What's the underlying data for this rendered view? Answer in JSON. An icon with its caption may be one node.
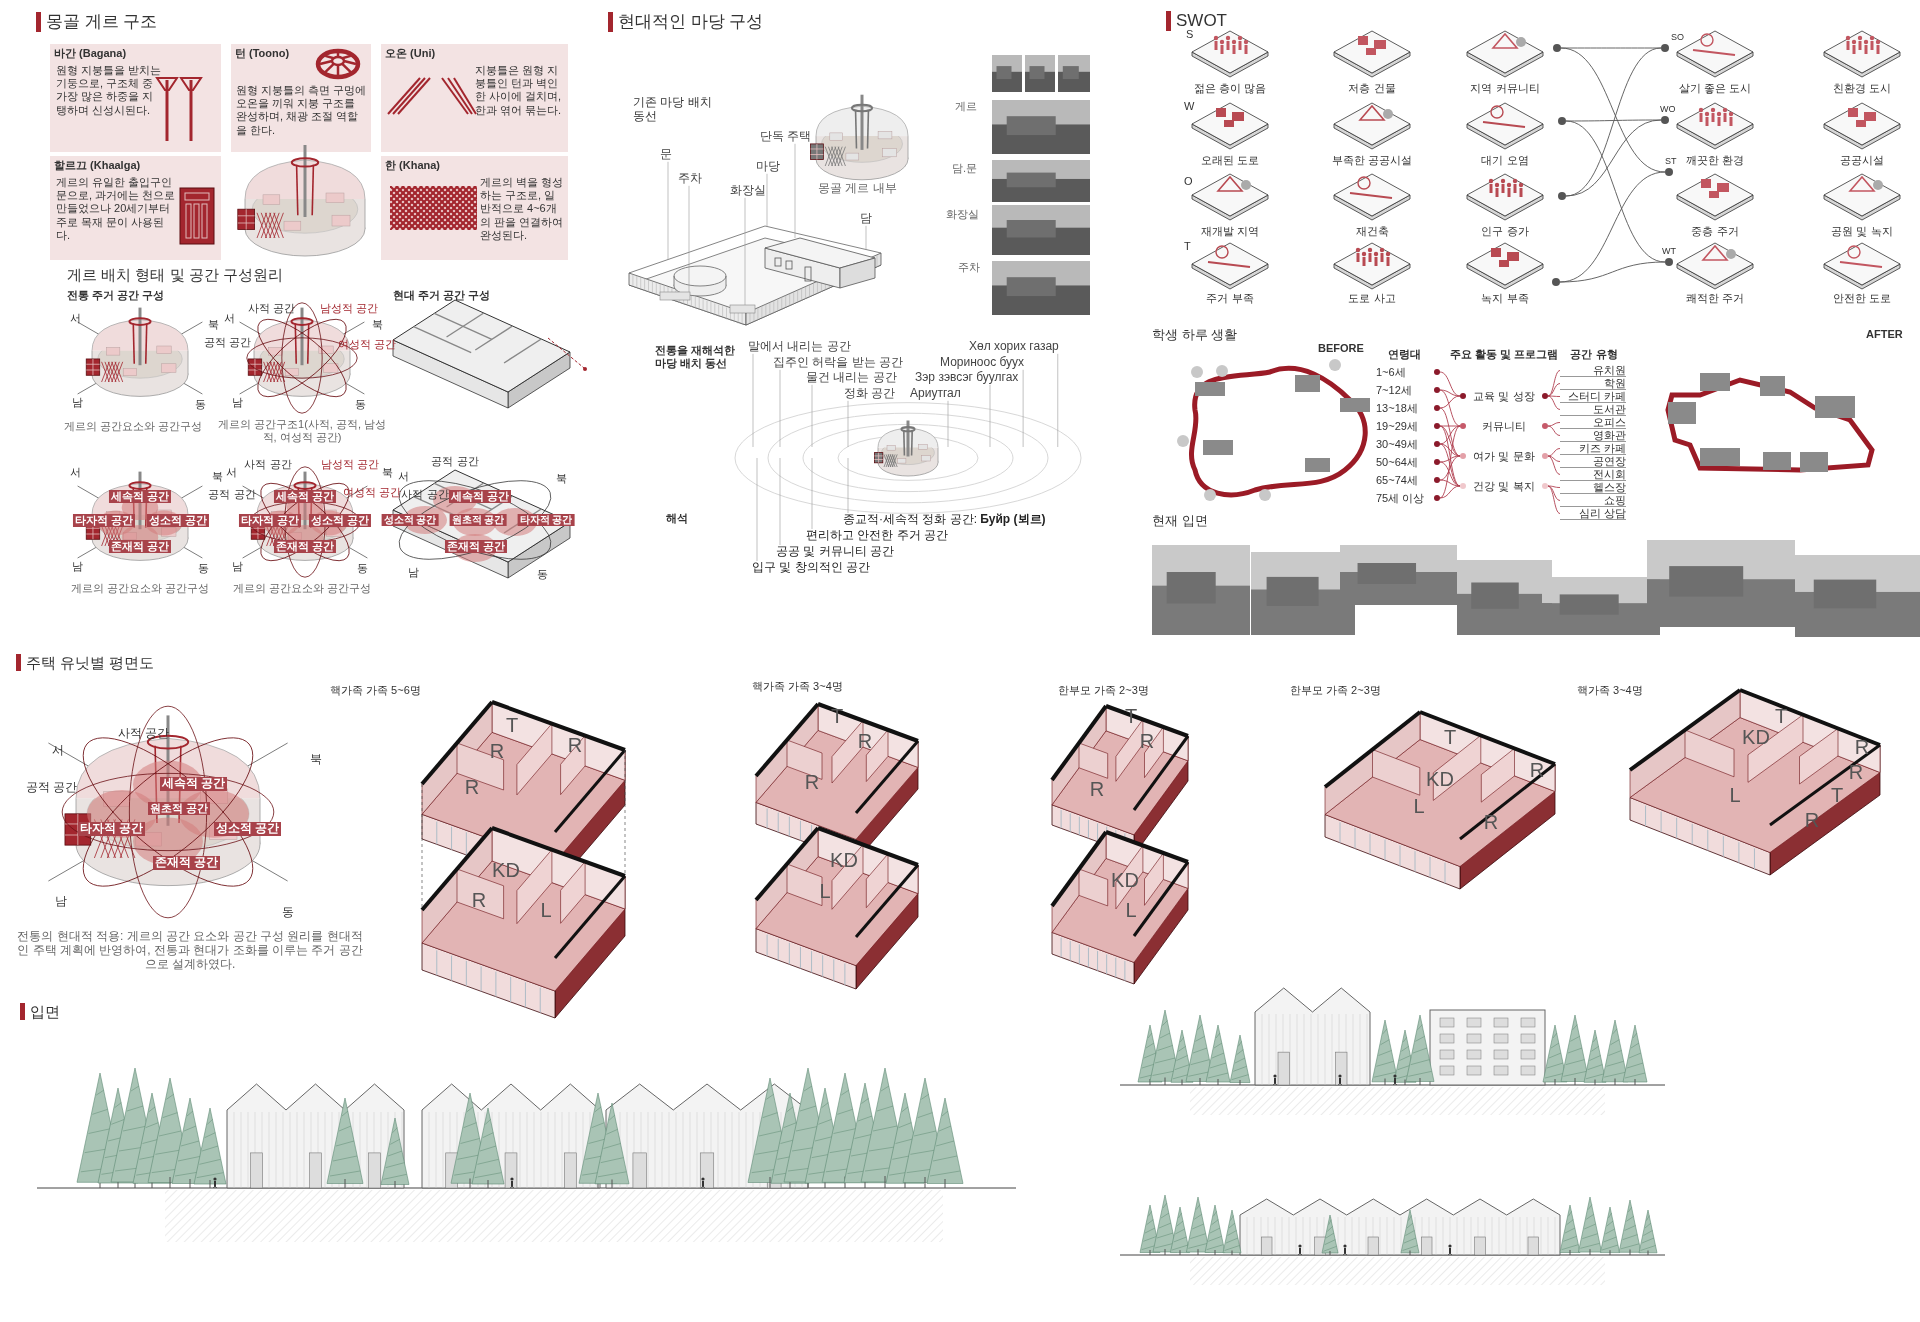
{
  "diagram": {
    "nodes": [
      {
        "text": [
          "바간 (Bagana)",
          "원형 지붕틀을 받치는 기둥으로, 구조체 중 가장 많은 하중을 지탱하며 신성시된다."
        ]
      },
      {
        "text": [
          "턴 (Toono)",
          "원형 지붕틀의 측면 구멍에 오온을 끼워 지붕 구조를 완성하며, 채광 조절 역할을 한다."
        ]
      },
      {
        "text": [
          "오온 (Uni)",
          "지붕틀은 원형 지붕틀인 턴과 벽인 한 사이에 걸치며, 한과 엮어 묶는다."
        ]
      },
      {
        "text": [
          "할르끄 (Khaalga)",
          "게르의 유일한 출입구인 문으로, 과거에는 천으로 만들었으나 20세기부터 주로 목재 문이 사용된다."
        ]
      },
      {
        "text": [
          "한 (Khana)",
          "게르의 벽을 형성하는 구조로, 일반적으로 4~6개의 판을 연결하여 완성된다."
        ]
      },
      {
        "text": [
          "문"
        ]
      },
      {
        "text": [
          "주차"
        ]
      },
      {
        "text": [
          "화장실"
        ]
      },
      {
        "text": [
          "마당"
        ]
      },
      {
        "text": [
          "단독 주택"
        ]
      },
      {
        "text": [
          "담"
        ]
      },
      {
        "text": [
          "말에서 내리는 공간"
        ]
      },
      {
        "text": [
          "집주인 허락을 받는 공간"
        ]
      },
      {
        "text": [
          "물건 내리는 공간"
        ]
      },
      {
        "text": [
          "정화 공간"
        ]
      },
      {
        "text": [
          "Хөл хорих газар"
        ]
      },
      {
        "text": [
          "Мориноос буух"
        ]
      },
      {
        "text": [
          "Зэр зэвсэг буулгах"
        ]
      },
      {
        "text": [
          "Ариутгал"
        ]
      },
      {
        "text": [
          "종교적·세속적 정화 공간: **Буйр (뵈르)**"
        ]
      },
      {
        "text": [
          "편리하고 안전한 주거 공간"
        ]
      },
      {
        "text": [
          "공공 및 커뮤니티 공간"
        ]
      },
      {
        "text": [
          "입구 및 창의적인 공간"
        ]
      },
      {
        "text": [],
        "shape": "circle"
      },
      {
        "text": [],
        "shape": "circle"
      },
      {
        "text": [],
        "shape": "circle"
      },
      {
        "text": [],
        "shape": "circle"
      },
      {
        "text": [],
        "shape": "circle",
        "beside": [
          "SO"
        ]
      },
      {
        "text": [],
        "shape": "circle",
        "beside": [
          "WO"
        ]
      },
      {
        "text": [],
        "shape": "circle",
        "beside": [
          "ST"
        ]
      },
      {
        "text": [],
        "shape": "circle",
        "beside": [
          "WT"
        ]
      },
      {
        "text": [
          "1~6세"
        ]
      },
      {
        "text": [
          "7~12세"
        ]
      },
      {
        "text": [
          "13~18세"
        ]
      },
      {
        "text": [
          "19~29세"
        ]
      },
      {
        "text": [
          "30~49세"
        ]
      },
      {
        "text": [
          "50~64세"
        ]
      },
      {
        "text": [
          "65~74세"
        ]
      },
      {
        "text": [
          "75세 이상"
        ]
      },
      {
        "text": [
          "교육 및 성장"
        ]
      },
      {
        "text": [
          "커뮤니티"
        ]
      },
      {
        "text": [
          "여가 및 문화"
        ]
      },
      {
        "text": [
          "건강 및 복지"
        ]
      },
      {
        "text": [
          "유치원"
        ]
      },
      {
        "text": [
          "학원"
        ]
      },
      {
        "text": [
          "스터디 카페"
        ]
      },
      {
        "text": [
          "도서관"
        ]
      },
      {
        "text": [
          "오피스"
        ]
      },
      {
        "text": [
          "영화관"
        ]
      },
      {
        "text": [
          "키즈 카페"
        ]
      },
      {
        "text": [
          "공연장"
        ]
      },
      {
        "text": [
          "전시회"
        ]
      },
      {
        "text": [
          "헬스장"
        ]
      },
      {
        "text": [
          "쇼핑"
        ]
      },
      {
        "text": [
          "심리 상담"
        ]
      },
      {
        "text": [],
        "shape": "picture"
      },
      {
        "text": [],
        "shape": "picture",
        "in": 55
      },
      {
        "text": [],
        "shape": "picture",
        "in": 55
      },
      {
        "text": [],
        "shape": "picture",
        "in": 55
      }
    ],
    "edges": [
      {
        "from": 5,
        "to": 55,
        "arrow": "none",
        "color": "#999999"
      },
      {
        "from": 6,
        "to": 57,
        "arrow": "none",
        "color": "#999999"
      },
      {
        "from": 7,
        "to": 58,
        "arrow": "none",
        "color": "#999999"
      },
      {
        "from": 8,
        "to": 55,
        "arrow": "none",
        "color": "#999999"
      },
      {
        "from": 9,
        "to": 56,
        "arrow": "none",
        "color": "#999999"
      },
      {
        "from": 10,
        "to": 55,
        "arrow": "none",
        "color": "#999999"
      },
      {
        "from": 11,
        "to": null,
        "arrow": "none",
        "color": "#999999"
      },
      {
        "from": 12,
        "to": null,
        "arrow": "none",
        "color": "#999999"
      },
      {
        "from": 13,
        "to": null,
        "arrow": "none",
        "color": "#999999"
      },
      {
        "from": 14,
        "to": null,
        "arrow": "none",
        "color": "#999999"
      },
      {
        "from": 15,
        "to": null,
        "arrow": "none",
        "color": "#999999"
      },
      {
        "from": 16,
        "to": null,
        "arrow": "none",
        "color": "#999999"
      },
      {
        "from": 17,
        "to": null,
        "arrow": "none",
        "color": "#999999"
      },
      {
        "from": 18,
        "to": null,
        "arrow": "none",
        "color": "#999999"
      },
      {
        "from": 19,
        "to": null,
        "arrow": "none",
        "color": "#999999"
      },
      {
        "from": 20,
        "to": null,
        "arrow": "none",
        "color": "#999999"
      },
      {
        "from": 21,
        "to": null,
        "arrow": "none",
        "color": "#999999"
      },
      {
        "from": 22,
        "to": null,
        "arrow": "none",
        "color": "#999999"
      },
      {
        "from": 23,
        "to": 27,
        "arrow": "none",
        "color": "#555555"
      },
      {
        "from": 25,
        "to": 27,
        "arrow": "none",
        "color": "#555555"
      },
      {
        "from": 24,
        "to": 28,
        "arrow": "none",
        "color": "#555555"
      },
      {
        "from": 25,
        "to": 28,
        "arrow": "none",
        "color": "#555555"
      },
      {
        "from": 23,
        "to": 29,
        "arrow": "none",
        "color": "#555555"
      },
      {
        "from": 26,
        "to": 29,
        "arrow": "none",
        "color": "#555555"
      },
      {
        "from": 24,
        "to": 30,
        "arrow": "none",
        "color": "#555555"
      },
      {
        "from": 26,
        "to": 30,
        "arrow": "none",
        "color": "#555555"
      },
      {
        "from": 31,
        "to": 39,
        "arrow": "none"
      },
      {
        "from": 32,
        "to": 39,
        "arrow": "none"
      },
      {
        "from": 32,
        "to": 40,
        "arrow": "none"
      },
      {
        "from": 33,
        "to": 39,
        "arrow": "none"
      },
      {
        "from": 33,
        "to": 41,
        "arrow": "none"
      },
      {
        "from": 34,
        "to": 40,
        "arrow": "none"
      },
      {
        "from": 34,
        "to": 41,
        "arrow": "none"
      },
      {
        "from": 34,
        "to": 42,
        "arrow": "none"
      },
      {
        "from": 35,
        "to": 40,
        "arrow": "none"
      },
      {
        "from": 35,
        "to": 41,
        "arrow": "none"
      },
      {
        "from": 35,
        "to": 42,
        "arrow": "none"
      },
      {
        "from": 36,
        "to": 41,
        "arrow": "none"
      },
      {
        "from": 36,
        "to": 42,
        "arrow": "none"
      },
      {
        "from": 37,
        "to": 41,
        "arrow": "none"
      },
      {
        "from": 37,
        "to": 42,
        "arrow": "none"
      },
      {
        "from": 38,
        "to": 42,
        "arrow": "none"
      },
      {
        "from": 38,
        "to": 40,
        "arrow": "none"
      },
      {
        "from": 39,
        "to": 43,
        "arrow": "none"
      },
      {
        "from": 39,
        "to": 44,
        "arrow": "none"
      },
      {
        "from": 39,
        "to": 45,
        "arrow": "none"
      },
      {
        "from": 39,
        "to": 46,
        "arrow": "none"
      },
      {
        "from": 40,
        "to": 47,
        "arrow": "none"
      },
      {
        "from": 40,
        "to": 48,
        "arrow": "none"
      },
      {
        "from": 41,
        "to": 49,
        "arrow": "none"
      },
      {
        "from": 41,
        "to": 50,
        "arrow": "none"
      },
      {
        "from": 41,
        "to": 51,
        "arrow": "none"
      },
      {
        "from": 42,
        "to": 52,
        "arrow": "none"
      },
      {
        "from": 42,
        "to": 53,
        "arrow": "none"
      },
      {
        "from": 42,
        "to": 54,
        "arrow": "none"
      }
    ],
    "labels": [
      "몽골 게르 구조",
      "게르 배치 형태 및 공간 구성원리",
      "전통 주거 공간 구성",
      "현대 주거 공간 구성",
      "서",
      "북",
      "남",
      "동",
      "게르의 공간요소와 공간구성",
      "서",
      "사적 공간",
      "남성적 공간",
      "북",
      "공적 공간",
      "여성적 공간",
      "남",
      "동",
      "게르의 공간구조1(사적, 공적, 남성적, 여성적 공간)",
      "서",
      "북",
      "세속적 공간",
      "타자적 공간",
      "성소적 공간",
      "존재적 공간",
      "남",
      "동",
      "게르의 공간요소와 공간구성",
      "서",
      "사적 공간",
      "남성적 공간",
      "북",
      "공적 공간",
      "세속적 공간",
      "여성적 공간",
      "타자적 공간",
      "성소적 공간",
      "존재적 공간",
      "남",
      "동",
      "게르의 공간요소와 공간구성",
      "공적 공간",
      "서",
      "북",
      "사적 공간",
      "세속적 공간",
      "성소적 공간",
      "원초적 공간",
      "타자적 공간",
      "존재적 공간",
      "남",
      "동",
      "현대적인 마당 구성",
      "기존 마당 배치 동선",
      "몽골 게르 내부",
      "게르",
      "담.문",
      "화장실",
      "주차",
      "전통을 재해석한 마당 배치 동선",
      "해석",
      "SWOT",
      "S",
      "W",
      "O",
      "T",
      "젊은 층이 많음",
      "저층 건물",
      "지역 커뮤니티",
      "살기 좋은 도시",
      "친환경 도시",
      "오래된 도로",
      "부족한 공공시설",
      "대기 오염",
      "깨끗한 환경",
      "공공시설",
      "재개발 지역",
      "재건축",
      "인구 증가",
      "중층 주거",
      "공원 및 녹지",
      "주거 부족",
      "도로 사고",
      "녹지 부족",
      "쾌적한 주거",
      "안전한 도로",
      "학생 하루 생활",
      "BEFORE",
      "연령대",
      "주요 활동 및 프로그램",
      "공간 유형",
      "AFTER",
      "현재 입면",
      "주택 유닛별 평면도",
      "핵가족 가족 5~6명",
      "핵가족 가족 3~4명",
      "한부모 가족 2~3명",
      "한부모 가족 2~3명",
      "핵가족 3~4명",
      "사적 공간",
      "서",
      "북",
      "공적 공간",
      "세속적 공간",
      "원초적 공간",
      "타자적 공간",
      "성소적 공간",
      "존재적 공간",
      "남",
      "동",
      "전통의 현대적 적용: 게르의 공간 요소와 공간 구성 원리를 현대적인 주택 계획에 반영하여, 전통과 현대가 조화를 이루는 주거 공간으로 설계하였다.",
      "T",
      "R",
      "R",
      "R",
      "KD",
      "R",
      "L",
      "T",
      "R",
      "R",
      "KD",
      "L",
      "T",
      "R",
      "R",
      "KD",
      "L",
      "T",
      "KD",
      "R",
      "L",
      "R",
      "T",
      "KD",
      "R",
      "R",
      "L",
      "T",
      "R",
      "입면"
    ]
  }
}
